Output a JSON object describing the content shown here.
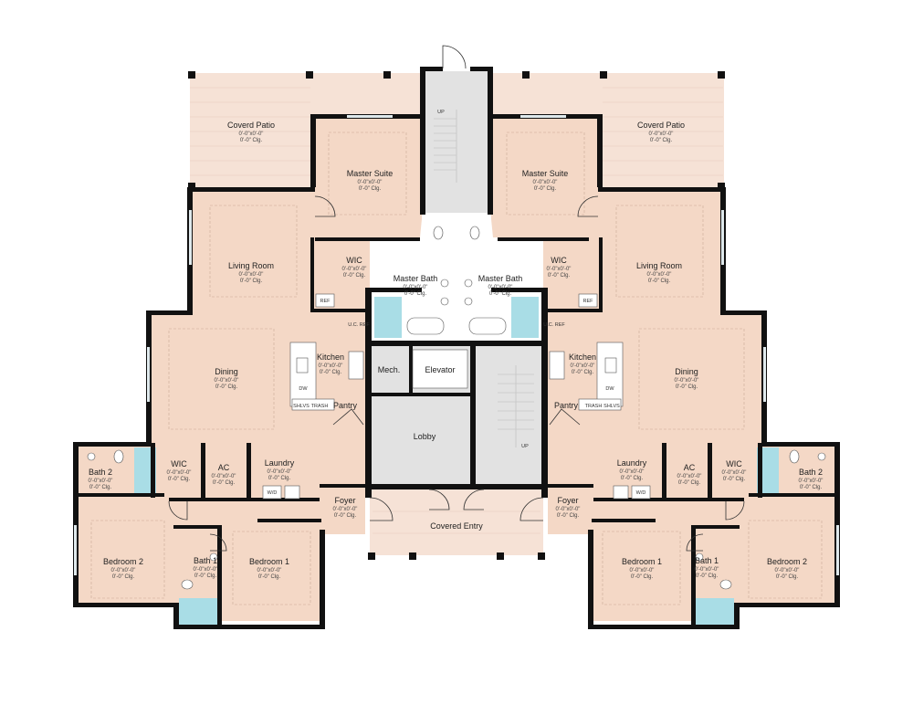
{
  "rooms": {
    "patio_left": {
      "name": "Coverd Patio",
      "dims": "0'-0\"x0'-0\"",
      "ceiling": "0'-0\" Clg."
    },
    "patio_right": {
      "name": "Coverd Patio",
      "dims": "0'-0\"x0'-0\"",
      "ceiling": "0'-0\" Clg."
    },
    "master_left": {
      "name": "Master Suite",
      "dims": "0'-0\"x0'-0\"",
      "ceiling": "0'-0\" Clg."
    },
    "master_right": {
      "name": "Master Suite",
      "dims": "0'-0\"x0'-0\"",
      "ceiling": "0'-0\" Clg."
    },
    "living_left": {
      "name": "Living Room",
      "dims": "0'-0\"x0'-0\"",
      "ceiling": "0'-0\" Clg."
    },
    "living_right": {
      "name": "Living Room",
      "dims": "0'-0\"x0'-0\"",
      "ceiling": "0'-0\" Clg."
    },
    "wic_left": {
      "name": "WIC",
      "dims": "0'-0\"x0'-0\"",
      "ceiling": "0'-0\" Clg."
    },
    "wic_right": {
      "name": "WIC",
      "dims": "0'-0\"x0'-0\"",
      "ceiling": "0'-0\" Clg."
    },
    "mbath_left": {
      "name": "Master Bath",
      "dims": "0'-0\"x0'-0\"",
      "ceiling": "0'-0\" Clg."
    },
    "mbath_right": {
      "name": "Master Bath",
      "dims": "0'-0\"x0'-0\"",
      "ceiling": "0'-0\" Clg."
    },
    "kitchen_left": {
      "name": "Kitchen",
      "dims": "0'-0\"x0'-0\"",
      "ceiling": "0'-0\" Clg."
    },
    "kitchen_right": {
      "name": "Kitchen",
      "dims": "0'-0\"x0'-0\"",
      "ceiling": "0'-0\" Clg."
    },
    "dining_left": {
      "name": "Dining",
      "dims": "0'-0\"x0'-0\"",
      "ceiling": "0'-0\" Clg."
    },
    "dining_right": {
      "name": "Dining",
      "dims": "0'-0\"x0'-0\"",
      "ceiling": "0'-0\" Clg."
    },
    "pantry_left": {
      "name": "Pantry"
    },
    "pantry_right": {
      "name": "Pantry"
    },
    "mech": {
      "name": "Mech."
    },
    "elevator": {
      "name": "Elevator"
    },
    "lobby": {
      "name": "Lobby"
    },
    "bath2_left": {
      "name": "Bath 2",
      "dims": "0'-0\"x0'-0\"",
      "ceiling": "0'-0\" Clg."
    },
    "bath2_right": {
      "name": "Bath 2",
      "dims": "0'-0\"x0'-0\"",
      "ceiling": "0'-0\" Clg."
    },
    "wic2_left": {
      "name": "WIC",
      "dims": "0'-0\"x0'-0\"",
      "ceiling": "0'-0\" Clg."
    },
    "wic2_right": {
      "name": "WIC",
      "dims": "0'-0\"x0'-0\"",
      "ceiling": "0'-0\" Clg."
    },
    "ac_left": {
      "name": "AC",
      "dims": "0'-0\"x0'-0\"",
      "ceiling": "0'-0\" Clg."
    },
    "ac_right": {
      "name": "AC",
      "dims": "0'-0\"x0'-0\"",
      "ceiling": "0'-0\" Clg."
    },
    "laundry_left": {
      "name": "Laundry",
      "dims": "0'-0\"x0'-0\"",
      "ceiling": "0'-0\" Clg."
    },
    "laundry_right": {
      "name": "Laundry",
      "dims": "0'-0\"x0'-0\"",
      "ceiling": "0'-0\" Clg."
    },
    "foyer_left": {
      "name": "Foyer",
      "dims": "0'-0\"x0'-0\"",
      "ceiling": "0'-0\" Clg."
    },
    "foyer_right": {
      "name": "Foyer",
      "dims": "0'-0\"x0'-0\"",
      "ceiling": "0'-0\" Clg."
    },
    "entry": {
      "name": "Covered Entry"
    },
    "bed2_left": {
      "name": "Bedroom 2",
      "dims": "0'-0\"x0'-0\"",
      "ceiling": "0'-0\" Clg."
    },
    "bed2_right": {
      "name": "Bedroom 2",
      "dims": "0'-0\"x0'-0\"",
      "ceiling": "0'-0\" Clg."
    },
    "bed1_left": {
      "name": "Bedroom 1",
      "dims": "0'-0\"x0'-0\"",
      "ceiling": "0'-0\" Clg."
    },
    "bed1_right": {
      "name": "Bedroom 1",
      "dims": "0'-0\"x0'-0\"",
      "ceiling": "0'-0\" Clg."
    },
    "bath1_left": {
      "name": "Bath 1",
      "dims": "0'-0\"x0'-0\"",
      "ceiling": "0'-0\" Clg."
    },
    "bath1_right": {
      "name": "Bath 1",
      "dims": "0'-0\"x0'-0\"",
      "ceiling": "0'-0\" Clg."
    }
  },
  "fixtures": {
    "ref": "REF",
    "uc_ref": "U.C. REF",
    "dw": "DW",
    "shlvs": "SHLVS",
    "trash": "TRASH",
    "wd": "W/D",
    "up": "UP"
  },
  "colors": {
    "wall": "#111111",
    "room": "#f4d8c6",
    "patio": "#f6e2d6",
    "core": "#e2e2e2",
    "wet": "#a9dde6"
  }
}
